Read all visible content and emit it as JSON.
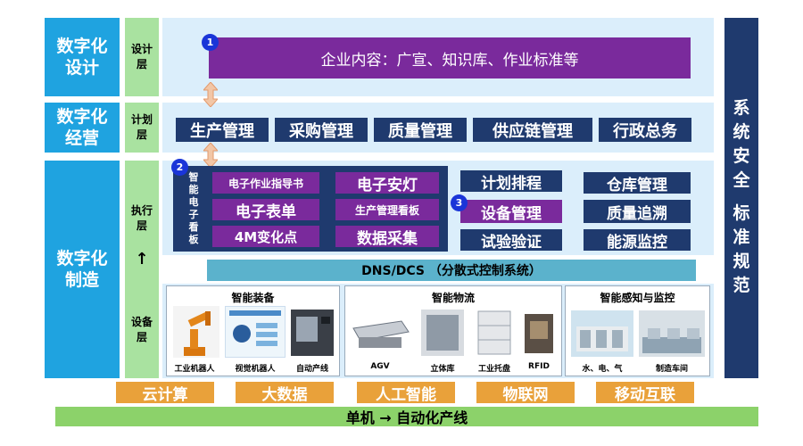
{
  "layers_left": {
    "design": "数字化设计",
    "operation": "数字化经营",
    "manufacturing": "数字化制造"
  },
  "layers_sub": {
    "design": "设计层",
    "plan": "计划层",
    "execute": "执行层",
    "device": "设备层"
  },
  "badges": [
    "1",
    "2",
    "3"
  ],
  "design_box": "企业内容：广宣、知识库、作业标准等",
  "plan_items": [
    "生产管理",
    "采购管理",
    "质量管理",
    "供应链管理",
    "行政总务"
  ],
  "kanban": {
    "title": "智能电子看板",
    "items": [
      "电子作业指导书",
      "电子安灯",
      "电子表单",
      "生产管理看板",
      "4M变化点",
      "数据采集"
    ]
  },
  "exec_middle": [
    "计划排程",
    "设备管理",
    "试验验证"
  ],
  "exec_right": [
    "仓库管理",
    "质量追溯",
    "能源监控"
  ],
  "up_arrow": "↑",
  "dcs": "DNS/DCS （分散式控制系统）",
  "device_groups": [
    {
      "title": "智能装备",
      "captions": [
        "工业机器人",
        "视觉机器人",
        "自动产线"
      ]
    },
    {
      "title": "智能物流",
      "captions": [
        "AGV",
        "立体库",
        "工业托盘",
        "RFID"
      ]
    },
    {
      "title": "智能感知与监控",
      "captions": [
        "水、电、气",
        "制造车间"
      ]
    }
  ],
  "tech": [
    "云计算",
    "大数据",
    "人工智能",
    "物联网",
    "移动互联"
  ],
  "bottom": "单机 → 自动化产线",
  "right_panel": {
    "line1": "系统安全",
    "line2": "标准规范"
  },
  "colors": {
    "cyan": "#1fa3e0",
    "navy": "#1f3a6e",
    "purple": "#7a2a9c",
    "orange": "#e9a13a",
    "green": "#8cd26a"
  }
}
